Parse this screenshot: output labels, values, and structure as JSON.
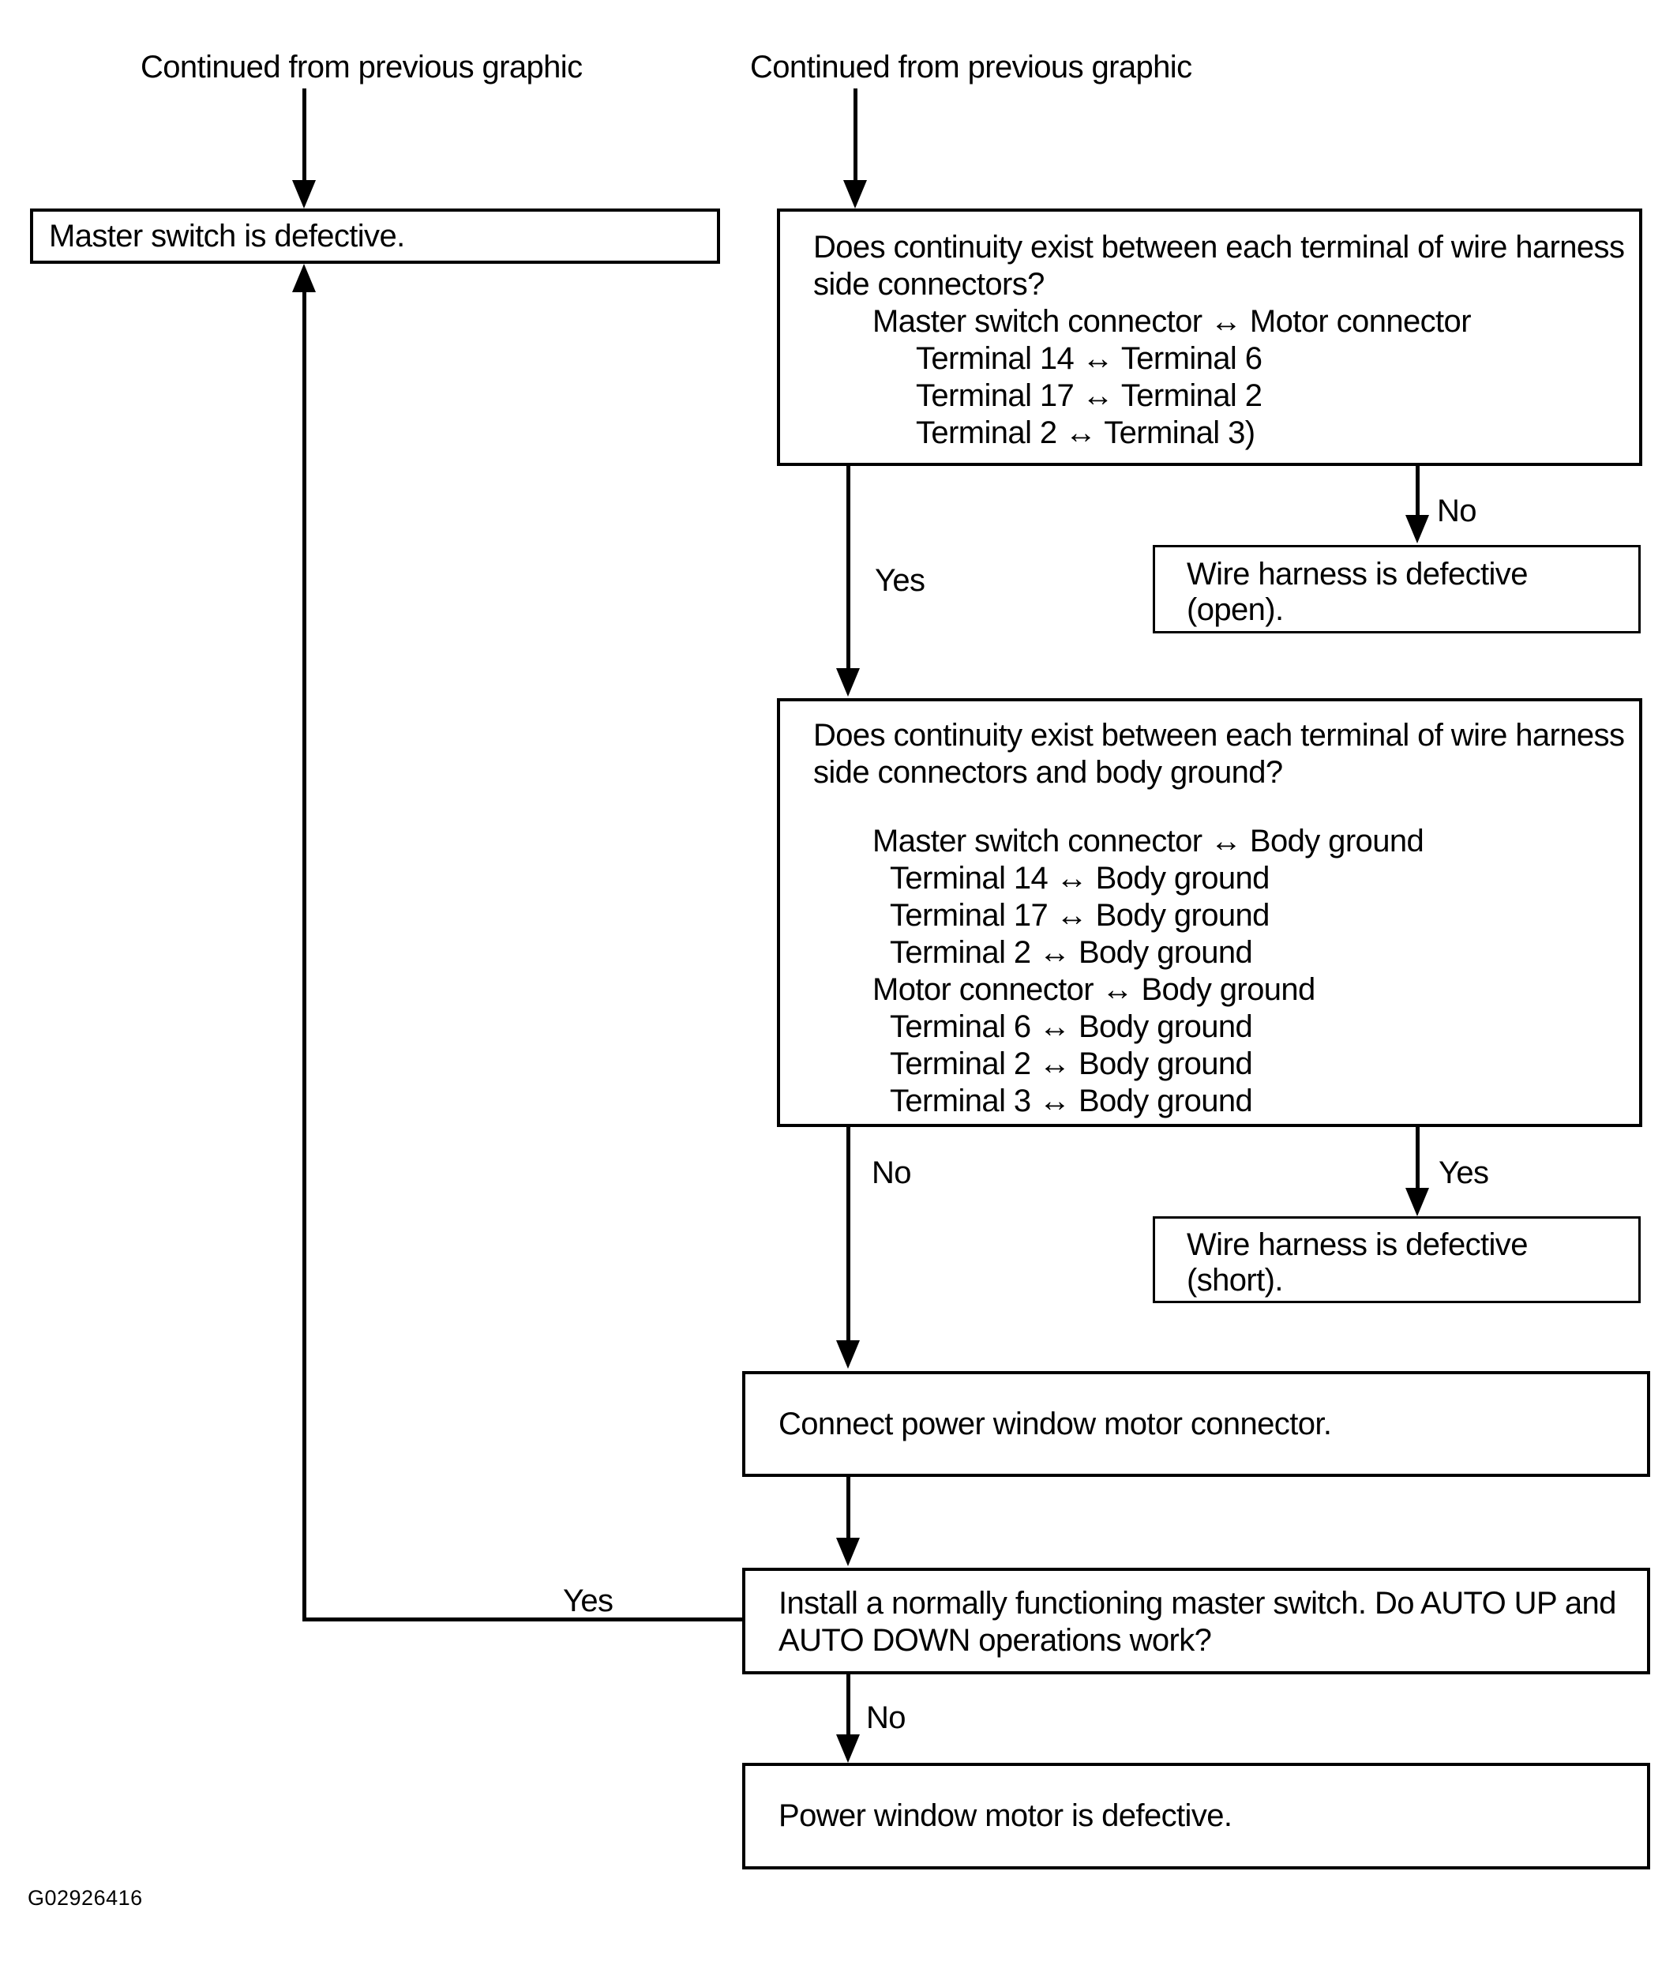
{
  "labels": {
    "continued_left": "Continued from previous  graphic",
    "continued_right": "Continued from previous graphic"
  },
  "edge_labels": {
    "q1_yes": "Yes",
    "q1_no": "No",
    "q2_no": "No",
    "q2_yes": "Yes",
    "install_yes": "Yes",
    "install_no": "No"
  },
  "nodes": {
    "master_defective": {
      "text": "Master switch is defective."
    },
    "continuity_q1": {
      "lines": [
        "Does continuity exist between each terminal of wire harness",
        "side connectors?",
        "Master switch connector ↔ Motor connector",
        "Terminal 14 ↔ Terminal 6",
        "Terminal 17 ↔ Terminal 2",
        "Terminal 2 ↔ Terminal 3)"
      ]
    },
    "harness_open": {
      "lines": [
        "Wire harness is defective",
        "(open)."
      ]
    },
    "continuity_q2": {
      "lines": [
        "Does continuity exist between each terminal of wire harness",
        "side connectors and body ground?",
        "Master switch connector ↔ Body ground",
        "Terminal 14 ↔ Body ground",
        "Terminal 17 ↔ Body ground",
        "Terminal 2 ↔ Body ground",
        "Motor connector ↔ Body ground",
        "Terminal 6 ↔ Body ground",
        "Terminal 2 ↔ Body ground",
        "Terminal 3 ↔ Body ground"
      ]
    },
    "harness_short": {
      "lines": [
        "Wire harness is defective",
        "(short)."
      ]
    },
    "connect_motor": {
      "text": "Connect power window motor connector."
    },
    "install_master": {
      "lines": [
        "Install a normally functioning master switch. Do AUTO UP and",
        "AUTO DOWN operations work?"
      ]
    },
    "motor_defective": {
      "text": "Power window motor is defective."
    }
  },
  "colors": {
    "ink": "#000000",
    "background": "#ffffff"
  },
  "footer": {
    "figure_code": "G02926416"
  }
}
